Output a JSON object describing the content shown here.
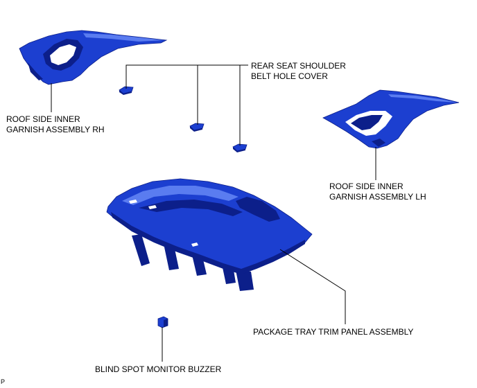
{
  "colors": {
    "part_fill": "#1c3fd0",
    "part_dark": "#0c1f8a",
    "part_light": "#5a7cf0",
    "leader": "#000000",
    "text": "#000000",
    "background": "#ffffff"
  },
  "labels": {
    "rear_seat_belt_cover": [
      "REAR SEAT SHOULDER",
      "BELT HOLE COVER"
    ],
    "roof_garnish_rh": [
      "ROOF SIDE INNER",
      "GARNISH ASSEMBLY RH"
    ],
    "roof_garnish_lh": [
      "ROOF SIDE INNER",
      "GARNISH ASSEMBLY LH"
    ],
    "package_tray": "PACKAGE TRAY TRIM PANEL ASSEMBLY",
    "buzzer": "BLIND SPOT MONITOR BUZZER"
  },
  "corner_mark": "P"
}
